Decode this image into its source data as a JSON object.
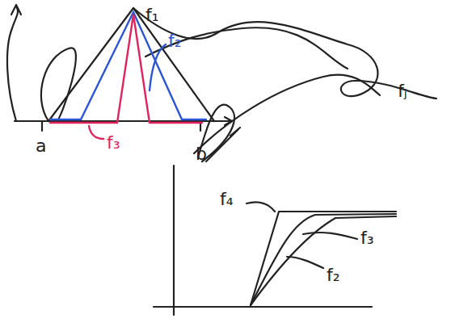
{
  "diagram": {
    "labels": [
      "f₁",
      "f₂",
      "f₃",
      "fⱼ",
      "a",
      "b",
      "f₄",
      "f₃",
      "f₂"
    ]
  }
}
